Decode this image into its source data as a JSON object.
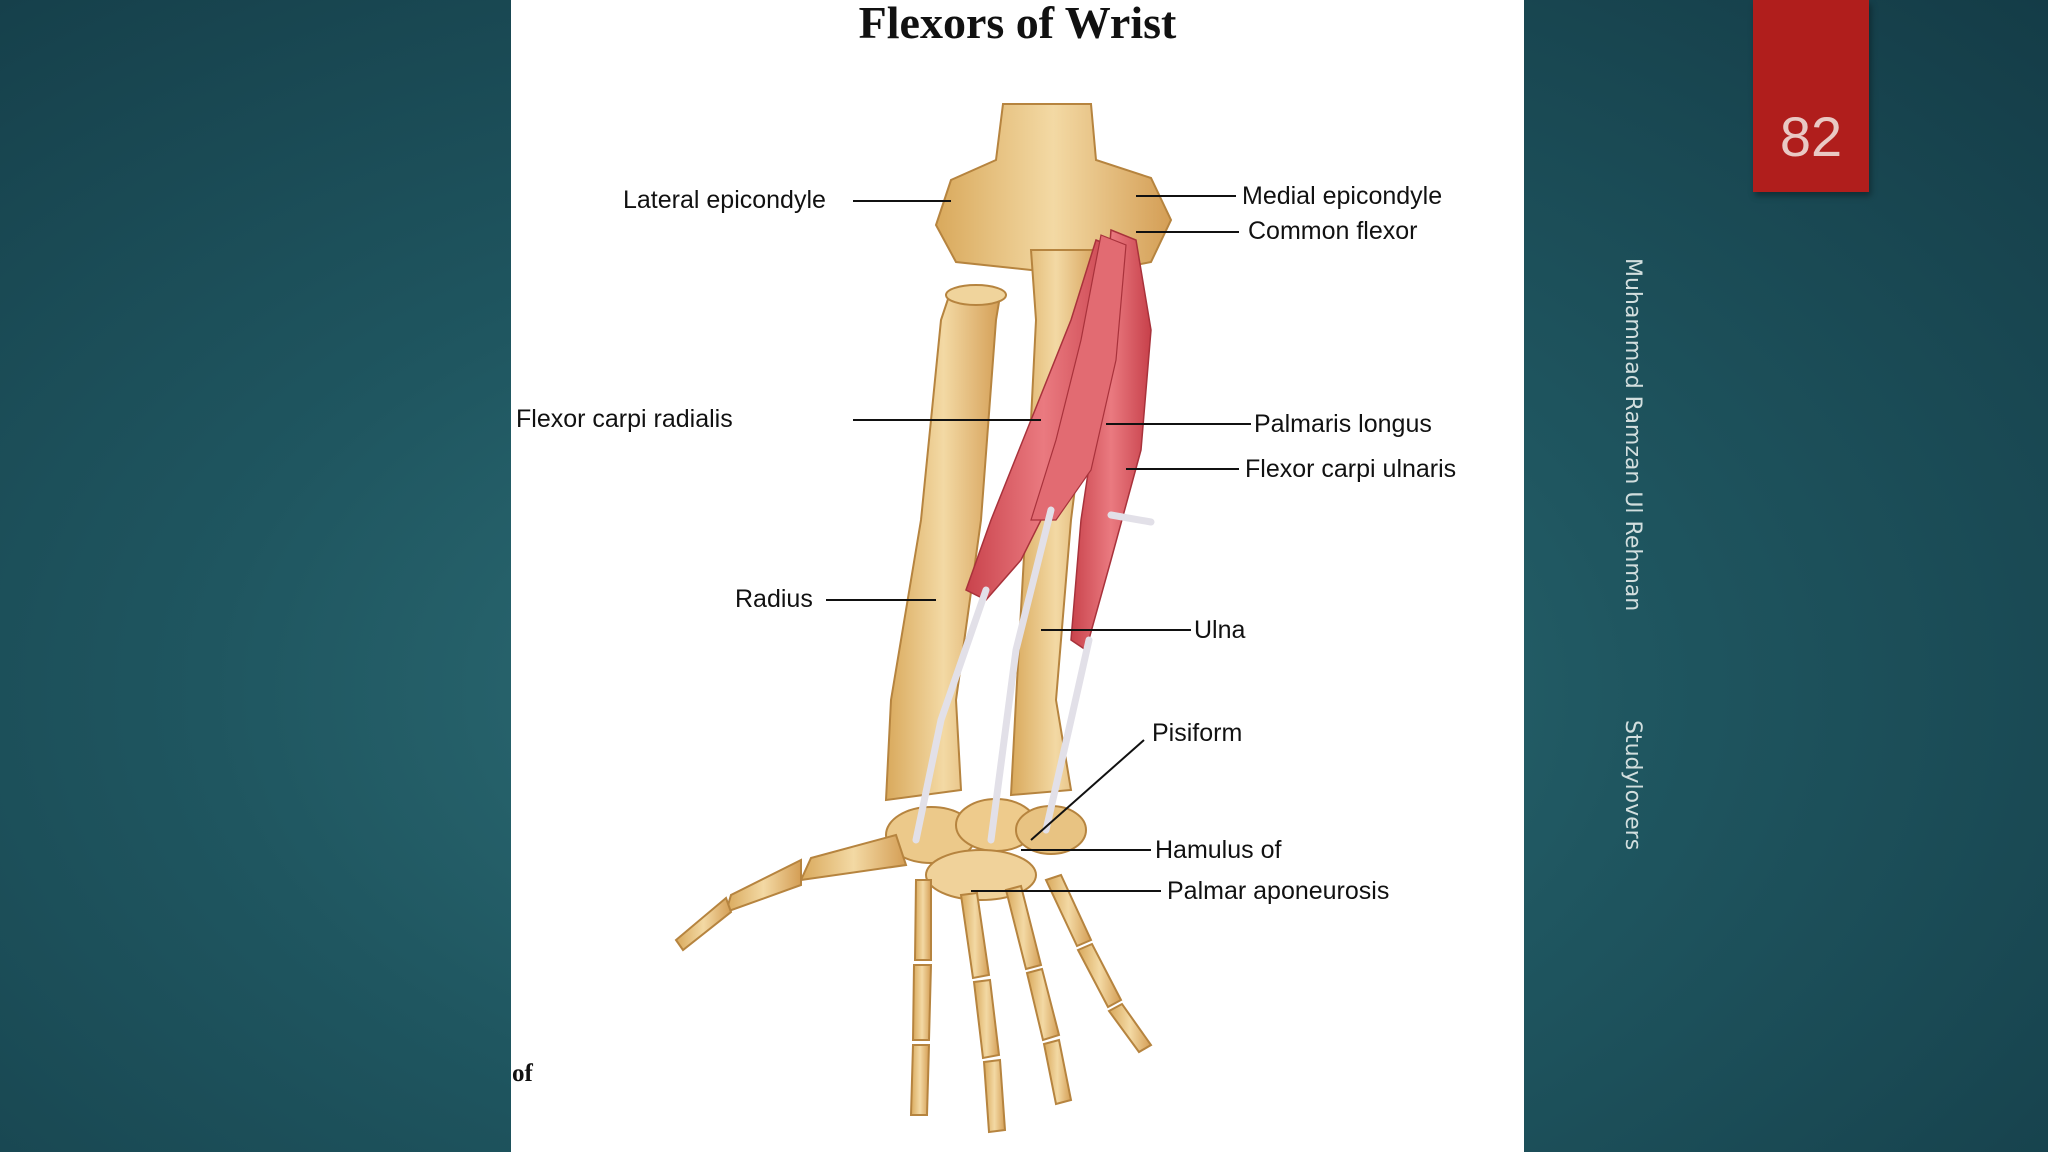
{
  "slide": {
    "title": "Flexors of Wrist",
    "page_number": "82",
    "author": "Muhammad Ramzan Ul Rehman",
    "brand": "Studylovers",
    "fragment_text": "of",
    "colors": {
      "background": "#1f5660",
      "badge": "#b01e1c",
      "muscle": "#d9535b",
      "bone": "#e8c27e"
    }
  },
  "labels": {
    "lateral_epicondyle": "Lateral epicondyle",
    "medial_epicondyle": "Medial epicondyle",
    "common_flexor": "Common flexor",
    "flexor_carpi_radialis": "Flexor carpi radialis",
    "palmaris_longus": "Palmaris longus",
    "flexor_carpi_ulnaris": "Flexor carpi ulnaris",
    "radius": "Radius",
    "ulna": "Ulna",
    "pisiform": "Pisiform",
    "hamulus_of": "Hamulus of",
    "palmar_aponeurosis": "Palmar aponeurosis"
  }
}
